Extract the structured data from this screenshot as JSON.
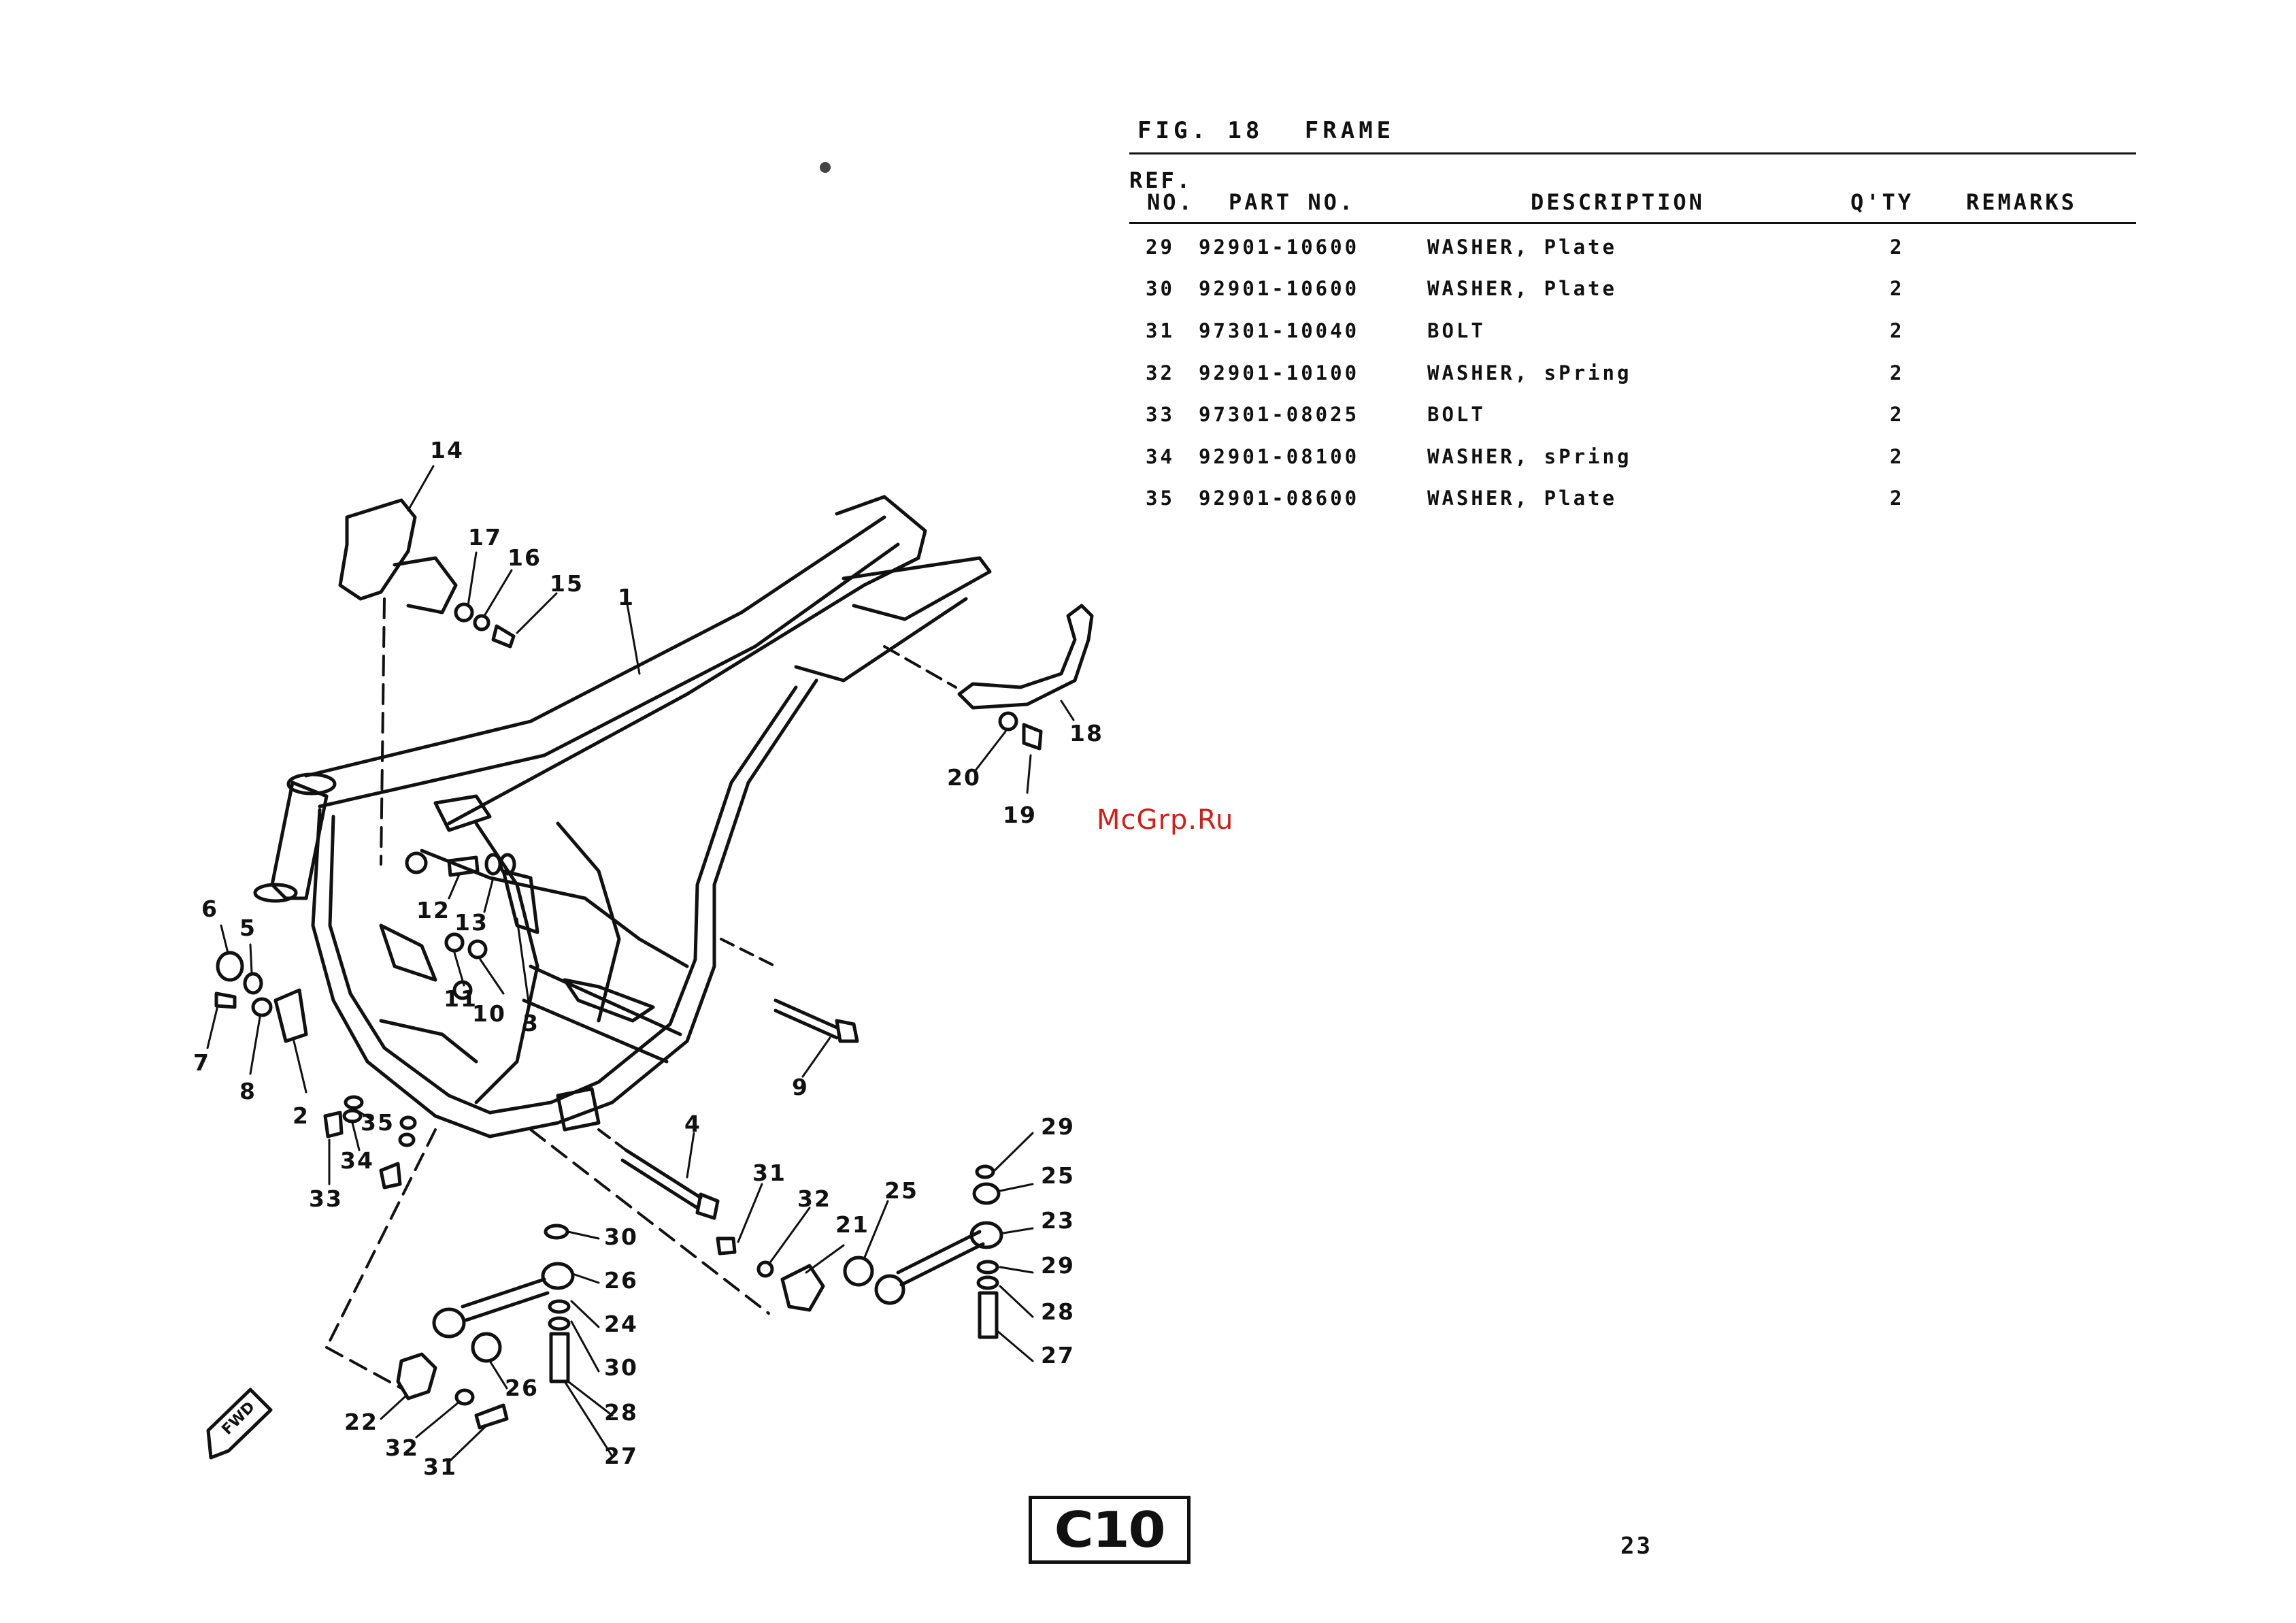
{
  "figure": {
    "label": "FIG. 18",
    "title": "FRAME"
  },
  "table": {
    "headers": {
      "ref_line1": "REF.",
      "ref_line2": "NO.",
      "part_no": "PART NO.",
      "description": "DESCRIPTION",
      "qty": "Q'TY",
      "remarks": "REMARKS"
    },
    "rows": [
      {
        "ref": "29",
        "part_no": "92901-10600",
        "description": "WASHER, Plate",
        "qty": "2"
      },
      {
        "ref": "30",
        "part_no": "92901-10600",
        "description": "WASHER, Plate",
        "qty": "2"
      },
      {
        "ref": "31",
        "part_no": "97301-10040",
        "description": "BOLT",
        "qty": "2"
      },
      {
        "ref": "32",
        "part_no": "92901-10100",
        "description": "WASHER, sPring",
        "qty": "2"
      },
      {
        "ref": "33",
        "part_no": "97301-08025",
        "description": "BOLT",
        "qty": "2"
      },
      {
        "ref": "34",
        "part_no": "92901-08100",
        "description": "WASHER, sPring",
        "qty": "2"
      },
      {
        "ref": "35",
        "part_no": "92901-08600",
        "description": "WASHER, Plate",
        "qty": "2"
      }
    ]
  },
  "diagram": {
    "direction_arrow_label": "FWD",
    "callouts": [
      "14",
      "17",
      "16",
      "15",
      "1",
      "18",
      "20",
      "19",
      "12",
      "13",
      "11",
      "10",
      "3",
      "6",
      "5",
      "7",
      "8",
      "2",
      "9",
      "35",
      "34",
      "33",
      "4",
      "29",
      "25",
      "23",
      "29",
      "28",
      "27",
      "31",
      "32",
      "21",
      "25",
      "30",
      "26",
      "24",
      "30",
      "28",
      "27",
      "26",
      "22",
      "32",
      "31"
    ]
  },
  "watermark": "McGrp.Ru",
  "section_code": "C10",
  "page_number": "23",
  "colors": {
    "ink": "#111111",
    "watermark": "#d81b14",
    "paper": "#ffffff"
  }
}
